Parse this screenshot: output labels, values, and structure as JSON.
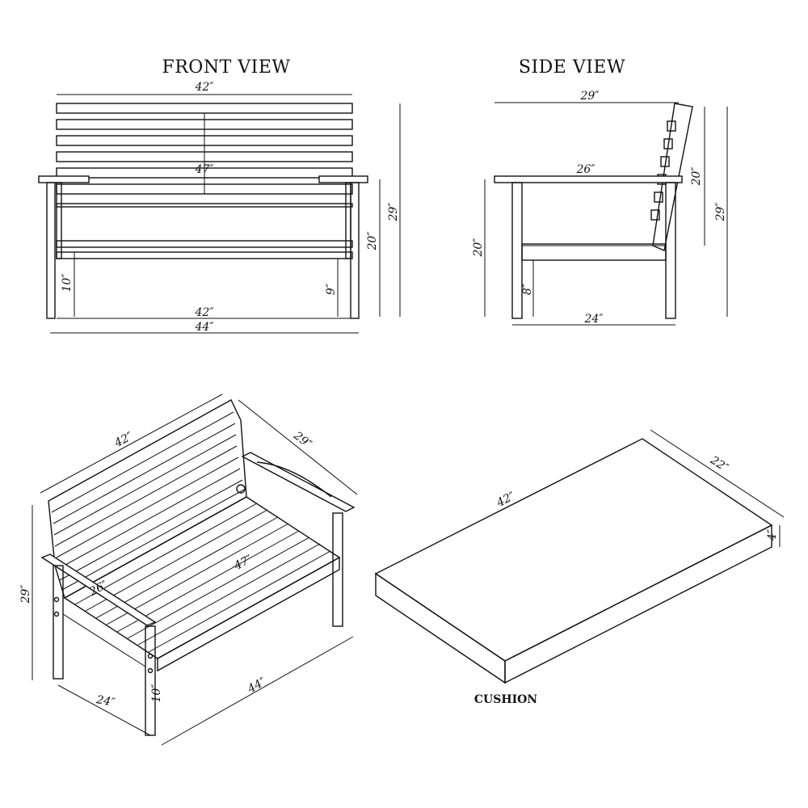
{
  "views": {
    "front": {
      "title": "FRONT VIEW",
      "dims": {
        "top_width": "42″",
        "seat_width": "47″",
        "seat_height": "20″",
        "total_height": "29″",
        "leg_left": "10″",
        "leg_right": "9″",
        "base_inner": "42″",
        "base_outer": "44″"
      }
    },
    "side": {
      "title": "SIDE VIEW",
      "dims": {
        "top_depth": "29″",
        "seat_depth": "26″",
        "back_height": "20″",
        "total_height": "29″",
        "seat_height": "20″",
        "stretcher": "8″",
        "base_depth": "24″"
      }
    },
    "perspective": {
      "dims": {
        "back_width": "42″",
        "depth": "29″",
        "seat": "47″",
        "arm": "26″",
        "height": "29″",
        "width": "44″",
        "side": "24″",
        "leg": "10″"
      }
    },
    "cushion": {
      "caption": "CUSHION",
      "dims": {
        "length": "42″",
        "width": "22″",
        "thickness": "4″"
      }
    }
  }
}
